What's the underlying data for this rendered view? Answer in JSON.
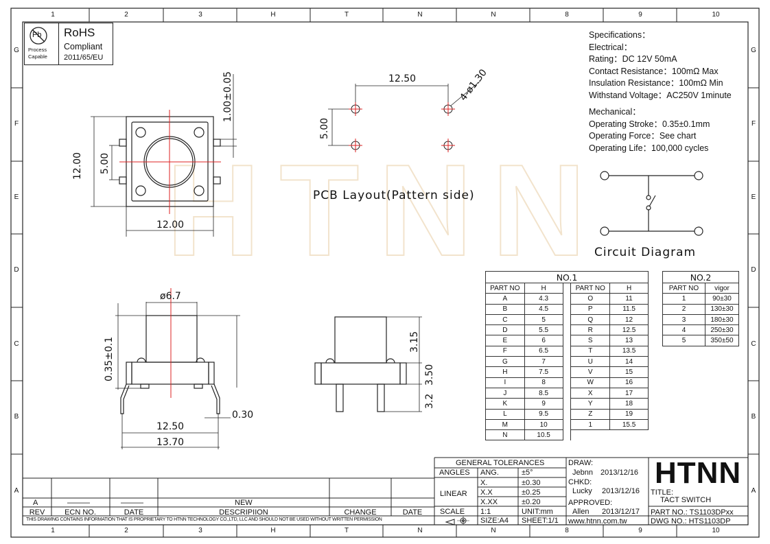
{
  "frame": {
    "col_labels": [
      "1",
      "2",
      "3",
      "H",
      "T",
      "N",
      "N",
      "8",
      "9",
      "10"
    ],
    "row_labels": [
      "G",
      "F",
      "E",
      "D",
      "C",
      "B",
      "A"
    ]
  },
  "watermark": "HTNN",
  "rohs": {
    "pb_symbol": "Pb",
    "process_label_1": "Process",
    "process_label_2": "Capable",
    "title": "RoHS",
    "subtitle": "Compliant",
    "directive": "2011/65/EU"
  },
  "specifications": {
    "lines": [
      "Specifications：",
      "Electrical：",
      "Rating：DC 12V 50mA",
      "Contact Resistance：100mΩ Max",
      "Insulation Resistance：100mΩ Min",
      "Withstand Voltage：AC250V 1minute",
      "",
      "Mechanical：",
      "Operating Stroke：0.35±0.1mm",
      "Operating Force：See chart",
      "Operating Life：100,000 cycles"
    ]
  },
  "top_view": {
    "dim_height": "12.00",
    "dim_inner": "5.00",
    "dim_width": "12.00",
    "dim_pin": "1.00±0.05"
  },
  "pcb_layout": {
    "dim_spacing_x": "12.50",
    "dim_spacing_y": "5.00",
    "hole_callout": "4-ø1.30",
    "label": "PCB Layout(Pattern side)"
  },
  "circuit": {
    "label": "Circuit Diagram"
  },
  "side_view": {
    "dim_dia": "ø6.7",
    "dim_stroke": "0.35±0.1",
    "dim_lead_spacing": "12.50",
    "dim_overall": "13.70",
    "dim_lead": "0.30"
  },
  "side_view_2": {
    "dim_cap": "3.15",
    "dim_body": "3.50",
    "dim_pin": "3.2"
  },
  "table1": {
    "title": "NO.1",
    "headers": [
      "PART  NO",
      "H",
      "PART  NO",
      "H"
    ],
    "rows": [
      [
        "A",
        "4.3",
        "O",
        "11"
      ],
      [
        "B",
        "4.5",
        "P",
        "11.5"
      ],
      [
        "C",
        "5",
        "Q",
        "12"
      ],
      [
        "D",
        "5.5",
        "R",
        "12.5"
      ],
      [
        "E",
        "6",
        "S",
        "13"
      ],
      [
        "F",
        "6.5",
        "T",
        "13.5"
      ],
      [
        "G",
        "7",
        "U",
        "14"
      ],
      [
        "H",
        "7.5",
        "V",
        "15"
      ],
      [
        "I",
        "8",
        "W",
        "16"
      ],
      [
        "J",
        "8.5",
        "X",
        "17"
      ],
      [
        "K",
        "9",
        "Y",
        "18"
      ],
      [
        "L",
        "9.5",
        "Z",
        "19"
      ],
      [
        "M",
        "10",
        "1",
        "15.5"
      ],
      [
        "N",
        "10.5",
        "",
        ""
      ]
    ]
  },
  "table2": {
    "title": "NO.2",
    "headers": [
      "PART  NO",
      "vigor"
    ],
    "rows": [
      [
        "1",
        "90±30"
      ],
      [
        "2",
        "130±30"
      ],
      [
        "3",
        "180±30"
      ],
      [
        "4",
        "250±30"
      ],
      [
        "5",
        "350±50"
      ]
    ]
  },
  "revision": {
    "row_a": {
      "rev": "A",
      "ecn": "———",
      "date": "———",
      "desc": "NEW"
    },
    "headers": [
      "REV",
      "ECN NO.",
      "DATE",
      "DESCRIPIION",
      "CHANGE",
      "DATE"
    ],
    "notice": "THIS DRAWING CONTAINS INFORMATION THAT IS PROPRIETARY TO HTNN TECHNOLOGY CO.,LTD, LLC AND SHOULD  NOT BE USED WITHOUT WRITTEN PERMISSION"
  },
  "tolerances": {
    "title": "GENERAL TOLERANCES",
    "angles": "ANGLES",
    "ang": "ANG.",
    "ang_val": "±5°",
    "linear": "LINEAR",
    "x1": "X.",
    "x1_val": "±0.30",
    "x2": "X.X",
    "x2_val": "±0.25",
    "x3": "X.XX",
    "x3_val": "±0.20",
    "scale": "SCALE",
    "scale_val": "1:1",
    "unit": "UNIT:mm",
    "size": "SIZE:A4",
    "sheet": "SHEET:1/1"
  },
  "signoff": {
    "draw": "DRAW:",
    "draw_name": "Jebnn",
    "draw_date": "2013/12/16",
    "chkd": "CHKD:",
    "chkd_name": "Lucky",
    "chkd_date": "2013/12/16",
    "approved": "APPROVED:",
    "approved_name": "Allen",
    "approved_date": "2013/12/17",
    "website": "www.htnn.com.tw"
  },
  "titleblock": {
    "logo": "HTNN",
    "title_label": "TITLE:",
    "title": "TACT SWITCH",
    "part_no": "PART NO.: TS1103DPxx",
    "dwg_no": "DWG  NO.: HTS1103DP"
  }
}
